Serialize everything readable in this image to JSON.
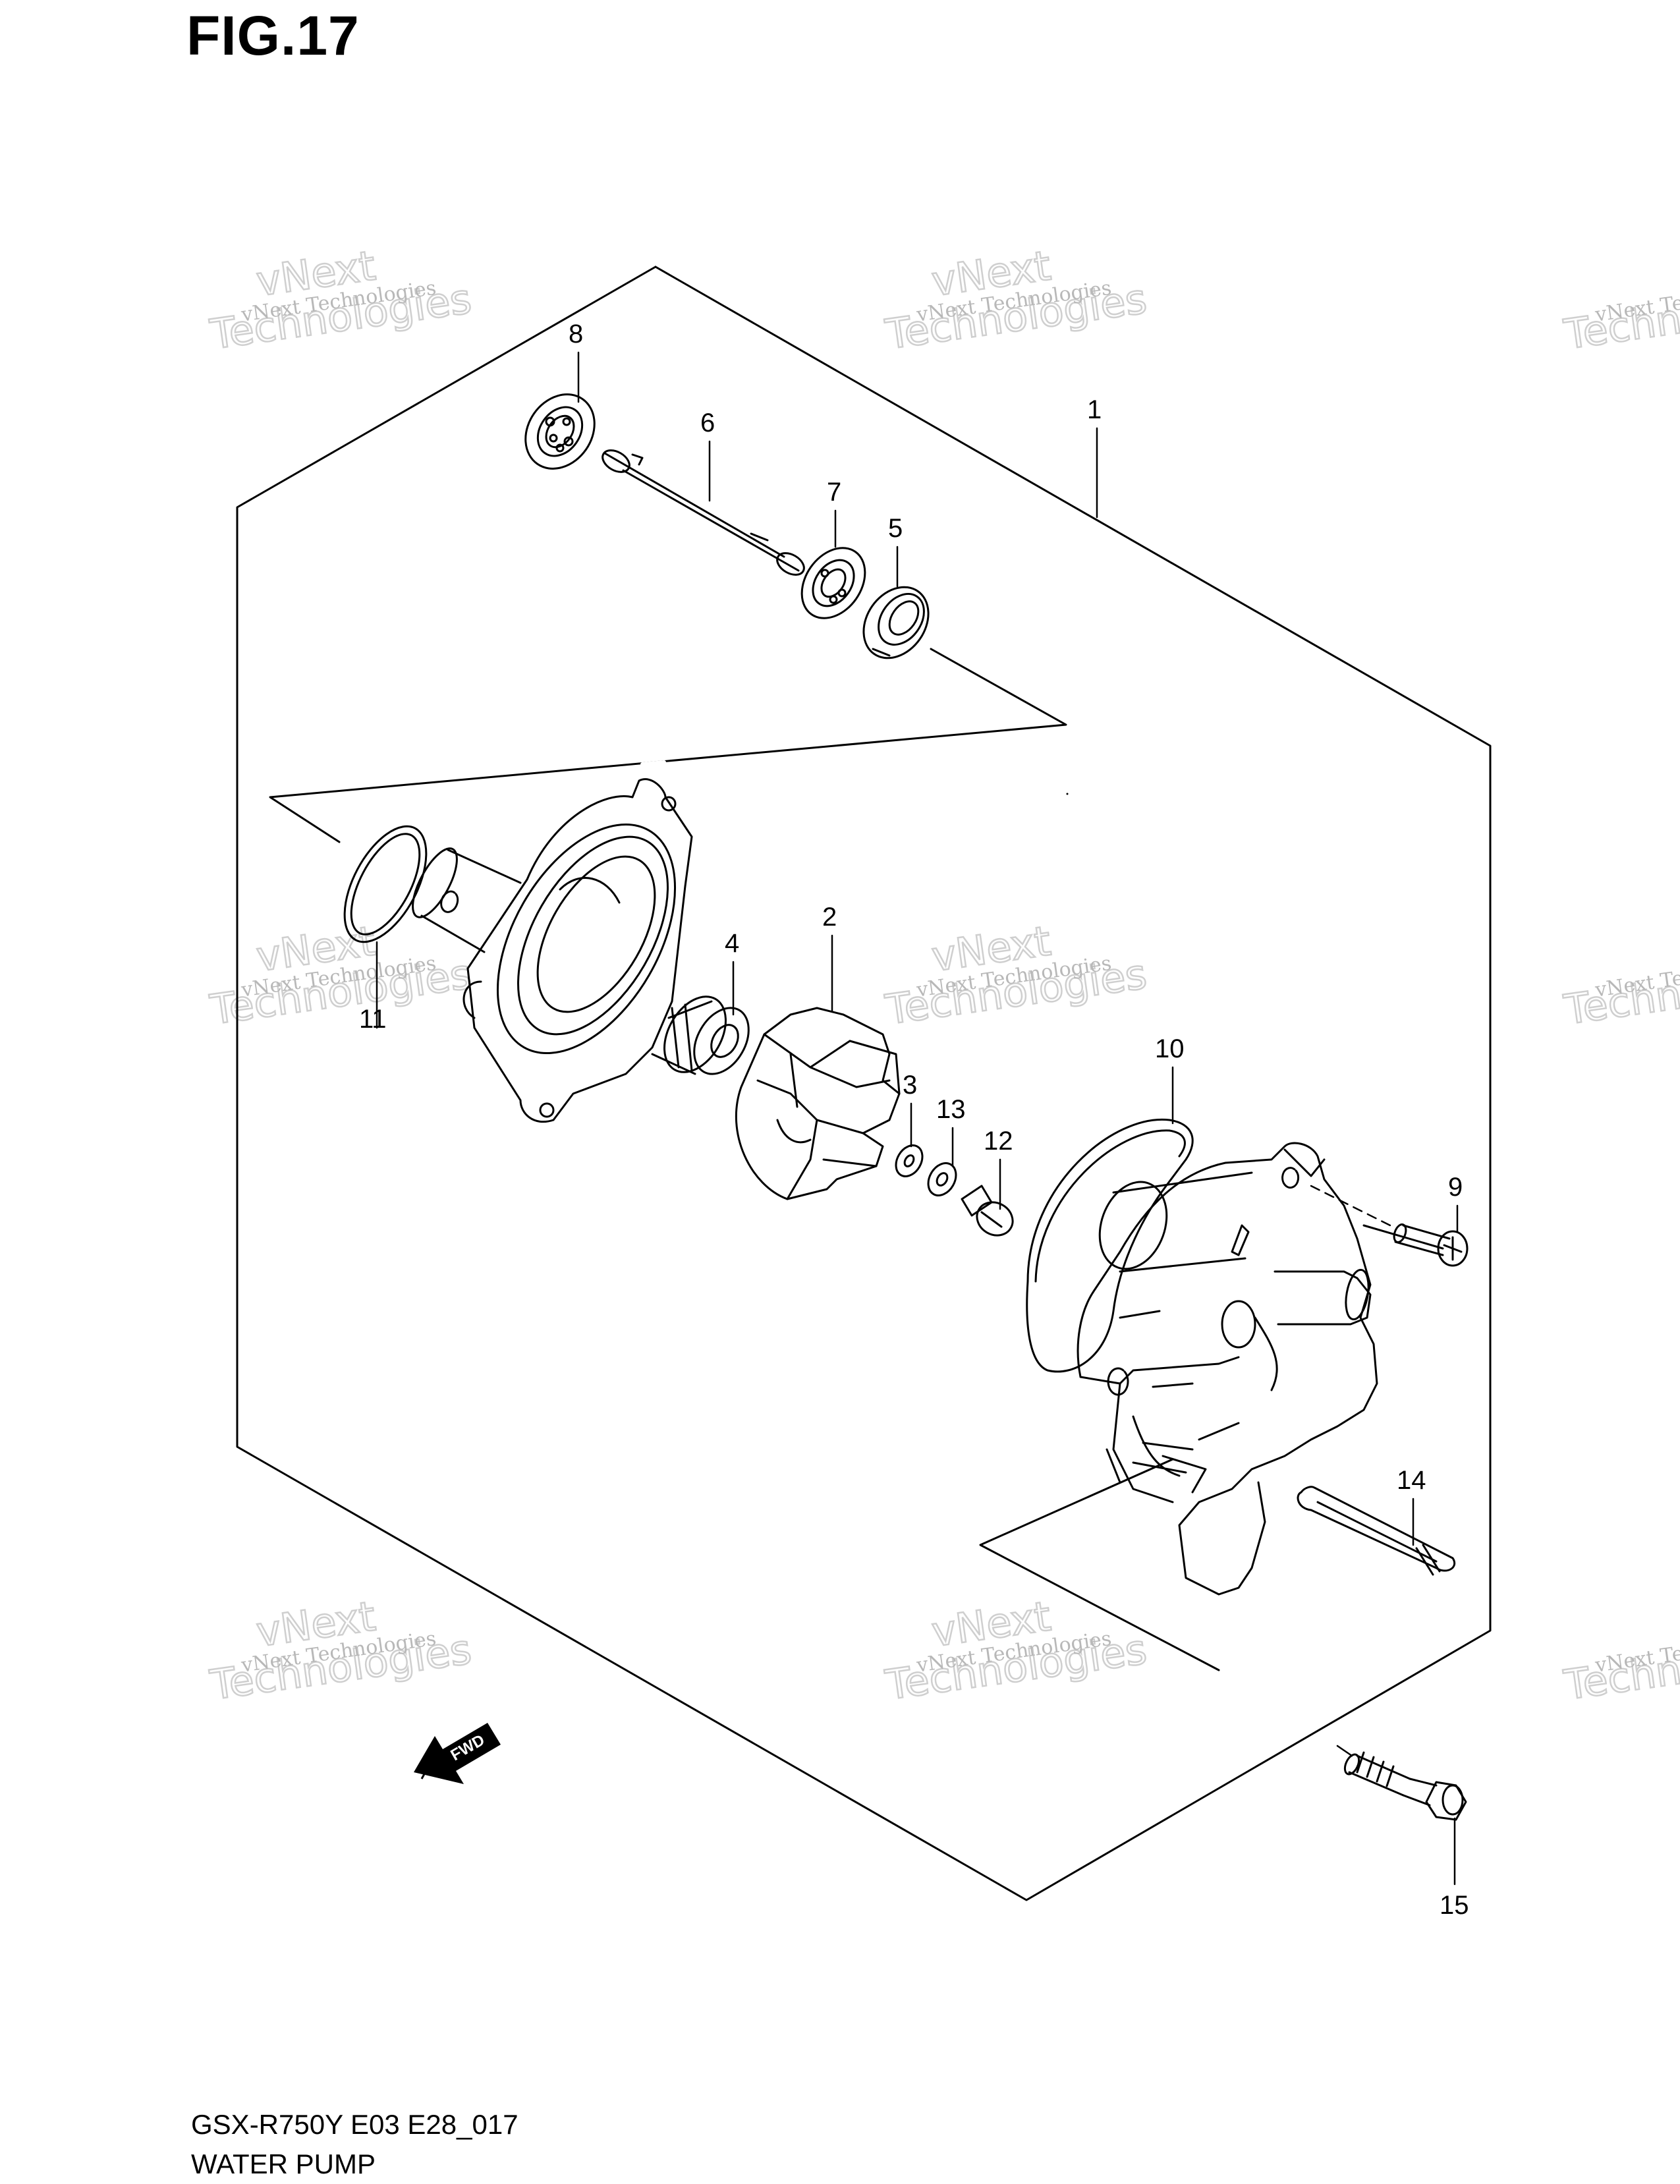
{
  "figure": {
    "title": "FIG.17",
    "code": "GSX-R750Y E03 E28_017",
    "name": "WATER PUMP"
  },
  "callouts": [
    "1",
    "2",
    "3",
    "4",
    "5",
    "6",
    "7",
    "8",
    "9",
    "10",
    "11",
    "12",
    "13",
    "14",
    "15"
  ],
  "watermark": {
    "line1": "vNext Technologies",
    "line2": "Technologies",
    "line3": "vNext"
  },
  "fwd_label": "FWD"
}
